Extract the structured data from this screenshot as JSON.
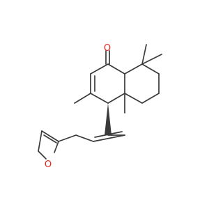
{
  "diagram": {
    "kind": "skeletal chemical structure",
    "bond_color": "#3a3a3a",
    "heteroatom_color": "#e8261b",
    "atoms": {
      "ketone_oxygen": "O",
      "furan_oxygen": "O"
    }
  }
}
